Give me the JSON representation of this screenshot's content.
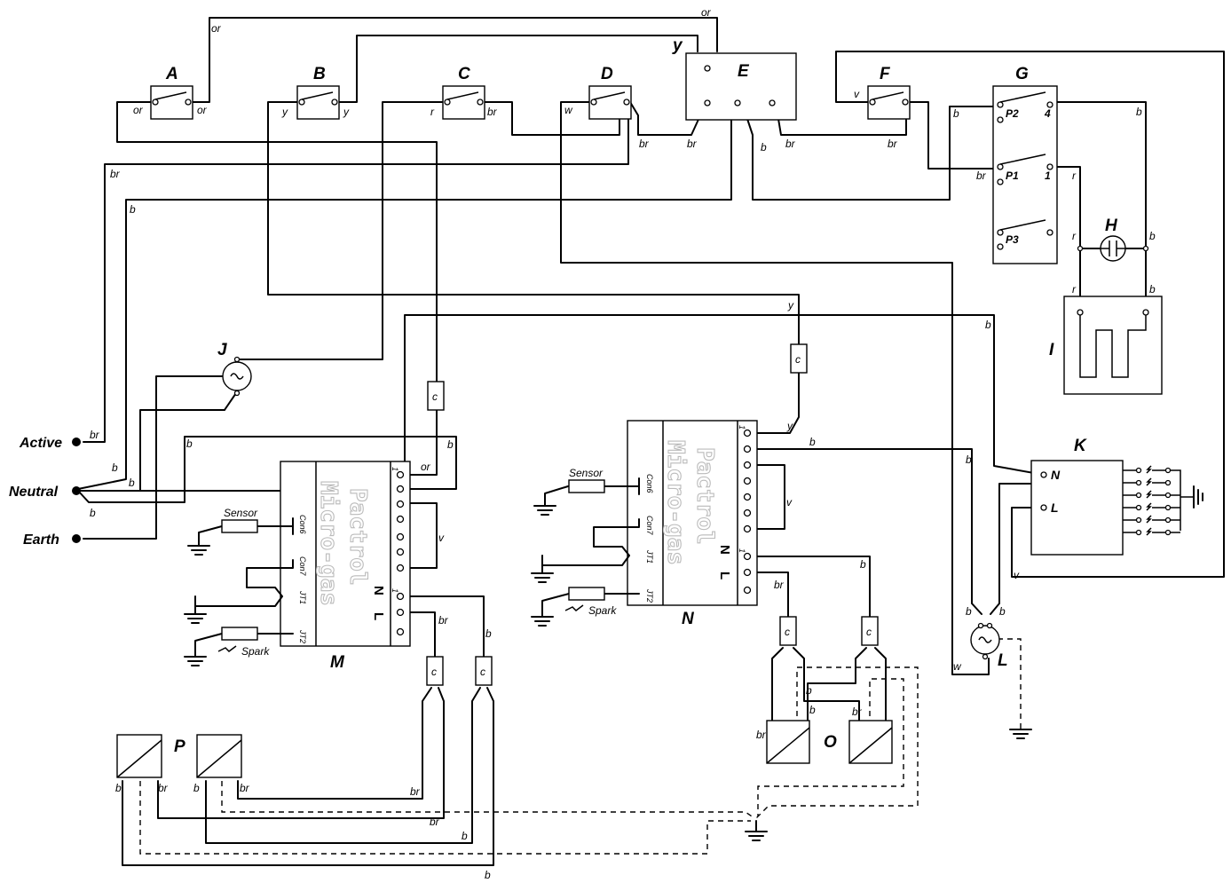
{
  "components": {
    "A": "A",
    "B": "B",
    "C": "C",
    "D": "D",
    "E": "E",
    "F": "F",
    "G": "G",
    "H": "H",
    "I": "I",
    "J": "J",
    "K": "K",
    "L": "L",
    "M": "M",
    "N": "N",
    "O": "O",
    "P": "P"
  },
  "supply": {
    "active": "Active",
    "neutral": "Neutral",
    "earth": "Earth"
  },
  "colors": {
    "or": "or",
    "y": "y",
    "r": "r",
    "br": "br",
    "b": "b",
    "w": "w",
    "v": "v"
  },
  "switch_g": {
    "p1": "P1",
    "p2": "P2",
    "p3": "P3",
    "t1": "1",
    "t4": "4"
  },
  "module": {
    "brand_line1": "Pactrol",
    "brand_line2": "Micro-gas",
    "con6": "Con6",
    "con7": "Con7",
    "jt1": "JT1",
    "jt2": "JT2",
    "pin1": "1",
    "n": "N",
    "l": "L",
    "sensor": "Sensor",
    "spark": "Spark"
  },
  "k_terminals": {
    "n": "N",
    "l": "L"
  },
  "capacitor_label": "c"
}
